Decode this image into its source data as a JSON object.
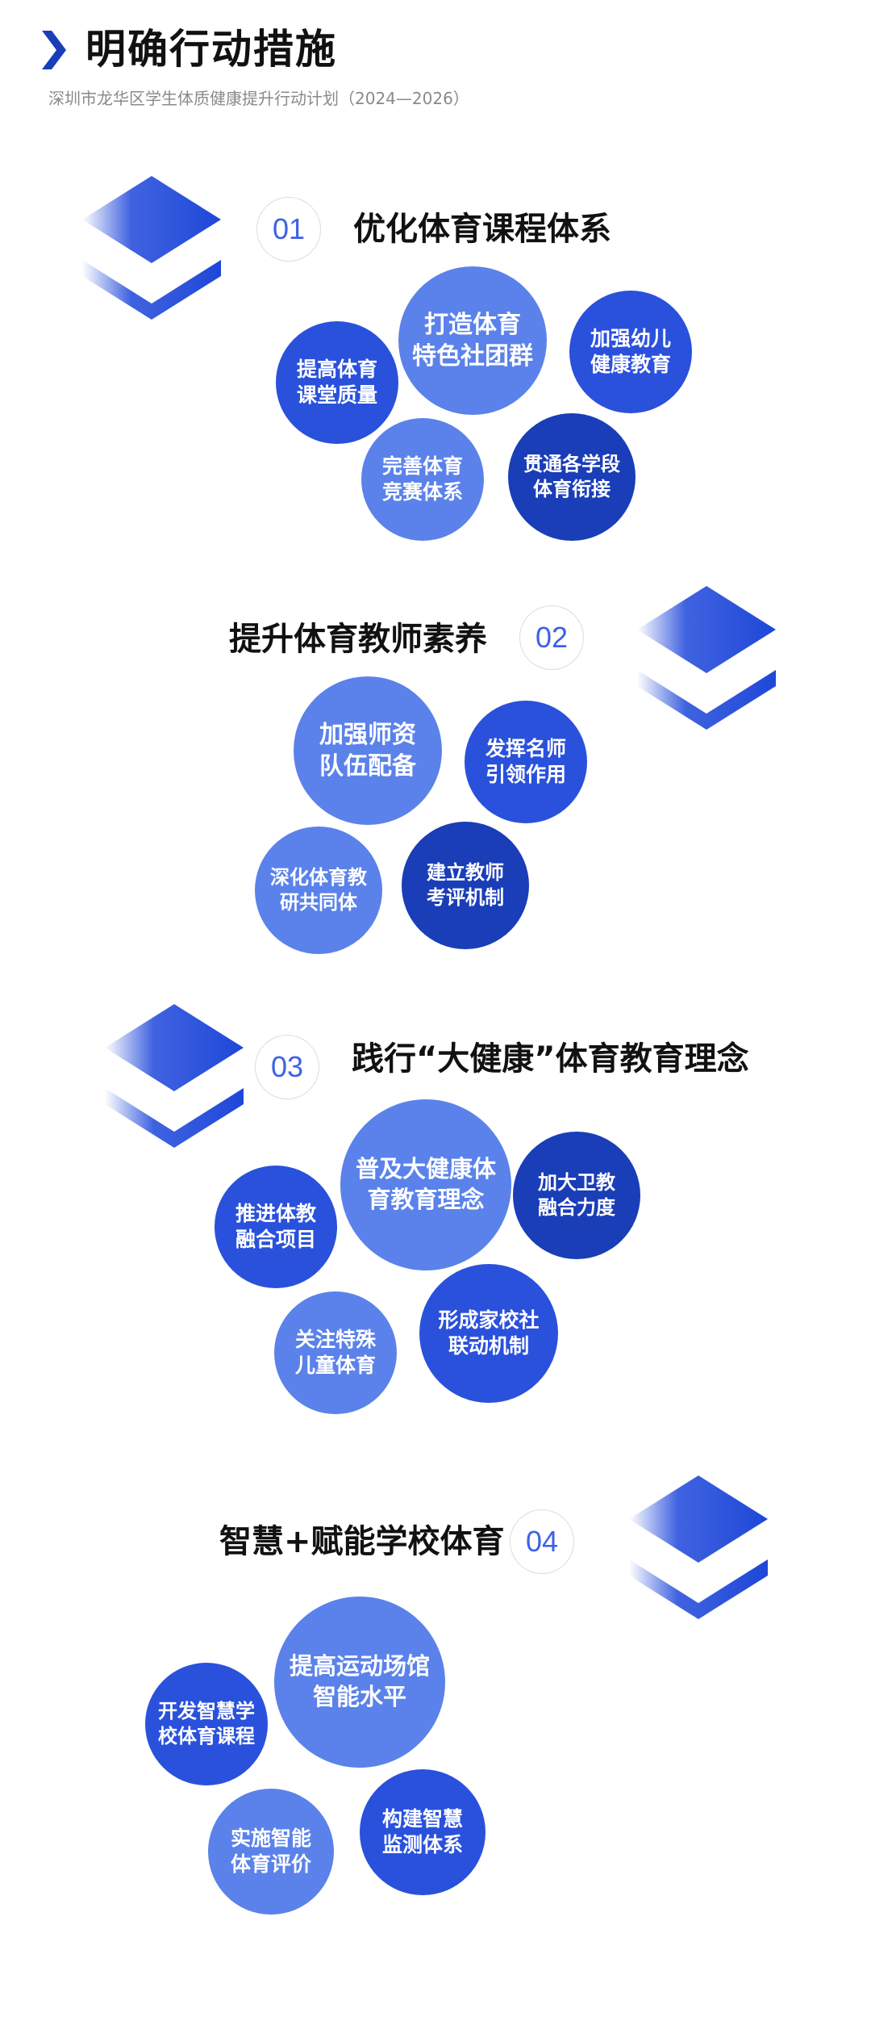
{
  "header": {
    "title": "明确行动措施",
    "subtitle": "深圳市龙华区学生体质健康提升行动计划（2024—2026）"
  },
  "colors": {
    "light": "#5b82ea",
    "mid": "#2a51dc",
    "dark": "#1a3db8",
    "accent": "#3d62e6"
  },
  "sections": [
    {
      "number": "01",
      "title": "优化体育课程体系",
      "bubbles": [
        "提高体育\n课堂质量",
        "打造体育\n特色社团群",
        "加强幼儿\n健康教育",
        "完善体育\n竞赛体系",
        "贯通各学段\n体育衔接"
      ]
    },
    {
      "number": "02",
      "title": "提升体育教师素养",
      "bubbles": [
        "加强师资\n队伍配备",
        "发挥名师\n引领作用",
        "深化体育教\n研共同体",
        "建立教师\n考评机制"
      ]
    },
    {
      "number": "03",
      "title": "践行“大健康”体育教育理念",
      "bubbles": [
        "推进体教\n融合项目",
        "普及大健康体\n育教育理念",
        "加大卫教\n融合力度",
        "关注特殊\n儿童体育",
        "形成家校社\n联动机制"
      ]
    },
    {
      "number": "04",
      "title": "智慧+赋能学校体育",
      "bubbles": [
        "开发智慧学\n校体育课程",
        "提高运动场馆\n智能水平",
        "实施智能\n体育评价",
        "构建智慧\n监测体系"
      ]
    }
  ]
}
